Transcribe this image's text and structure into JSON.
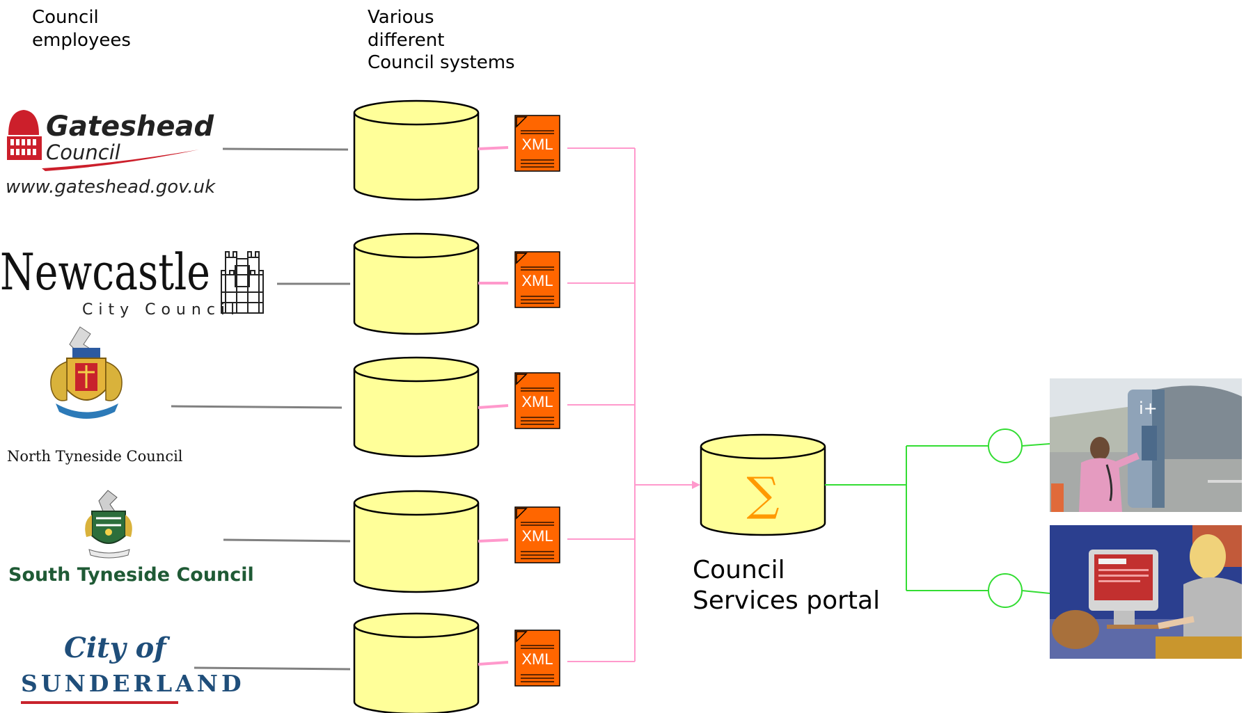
{
  "labels": {
    "employees": [
      "Council",
      "employees"
    ],
    "systems": [
      "Various",
      "different",
      "Council systems"
    ],
    "portal": [
      "Council",
      "Services portal"
    ]
  },
  "xml_label": "XML",
  "portal_symbol": "∑",
  "councils": {
    "gateshead": {
      "name": "Gateshead",
      "sub": "Council",
      "url": "www.gateshead.gov.uk"
    },
    "newcastle": {
      "name": "Newcastle",
      "sub": "City Council"
    },
    "north_tyneside": {
      "name": "North Tyneside Council"
    },
    "south_tyneside": {
      "name": "South Tyneside Council"
    },
    "sunderland": {
      "line1": "City of",
      "line2": "SUNDERLAND"
    }
  },
  "colors": {
    "cylinder_fill": "#ffff99",
    "xml_fill": "#ff6600",
    "pink_line": "#ff99cc",
    "green_line": "#33dd33",
    "gray_line": "#808080",
    "sigma": "#ff9900"
  }
}
